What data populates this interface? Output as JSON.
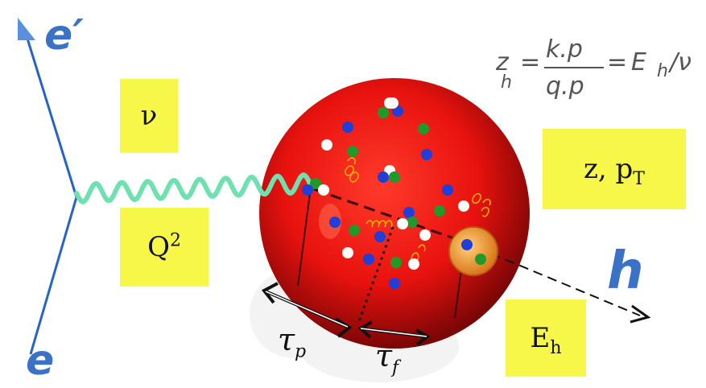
{
  "labels": {
    "e_out": "e′",
    "e_in": "e",
    "hadron": "h"
  },
  "boxes": {
    "nu": "ν",
    "q2_base": "Q",
    "q2_sup": "2",
    "zpt_text": "z, p",
    "zpt_sub": "T",
    "eh_base": "E",
    "eh_sub": "h"
  },
  "taus": {
    "tau_p_sym": "τ",
    "tau_p_sub": "p",
    "tau_f_sym": "τ",
    "tau_f_sub": "f"
  },
  "formula": {
    "z_letter": "z",
    "z_sub": "h",
    "eq1": "=",
    "num": "k.p",
    "den": "q.p",
    "eq2": "=",
    "e_letter": "E",
    "e_sub": "h",
    "slash_nu": "/ν"
  },
  "colors": {
    "nucleus": "#e8120e",
    "photon": "#6fe0b0",
    "lepton_line": "#2563c7",
    "label_box": "#f7f74a",
    "quark_blue": "#1f3fd8",
    "quark_green": "#1f9a2a"
  }
}
